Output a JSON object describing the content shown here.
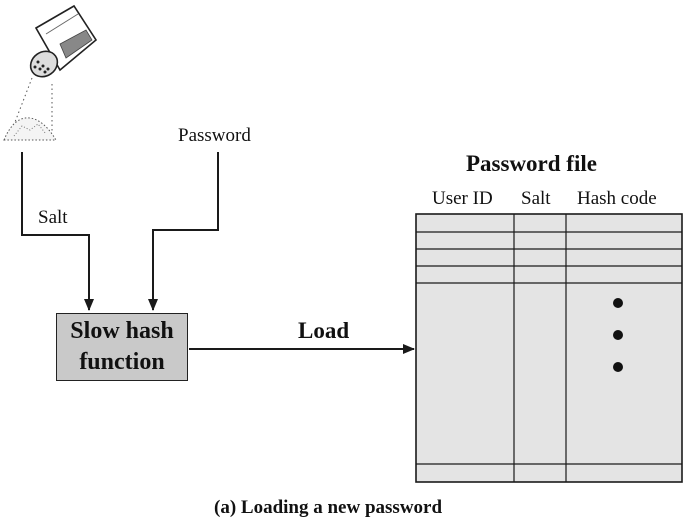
{
  "labels": {
    "salt": "Salt",
    "password": "Password",
    "load": "Load",
    "caption": "(a) Loading a new password"
  },
  "hash_function": {
    "line1": "Slow hash",
    "line2": "function"
  },
  "password_file": {
    "title": "Password file",
    "columns": [
      "User ID",
      "Salt",
      "Hash code"
    ],
    "ellipsis": "• • •"
  },
  "colors": {
    "box_fill": "#c9c9c9",
    "file_fill": "#e4e4e4",
    "line": "#1a1a1a"
  }
}
